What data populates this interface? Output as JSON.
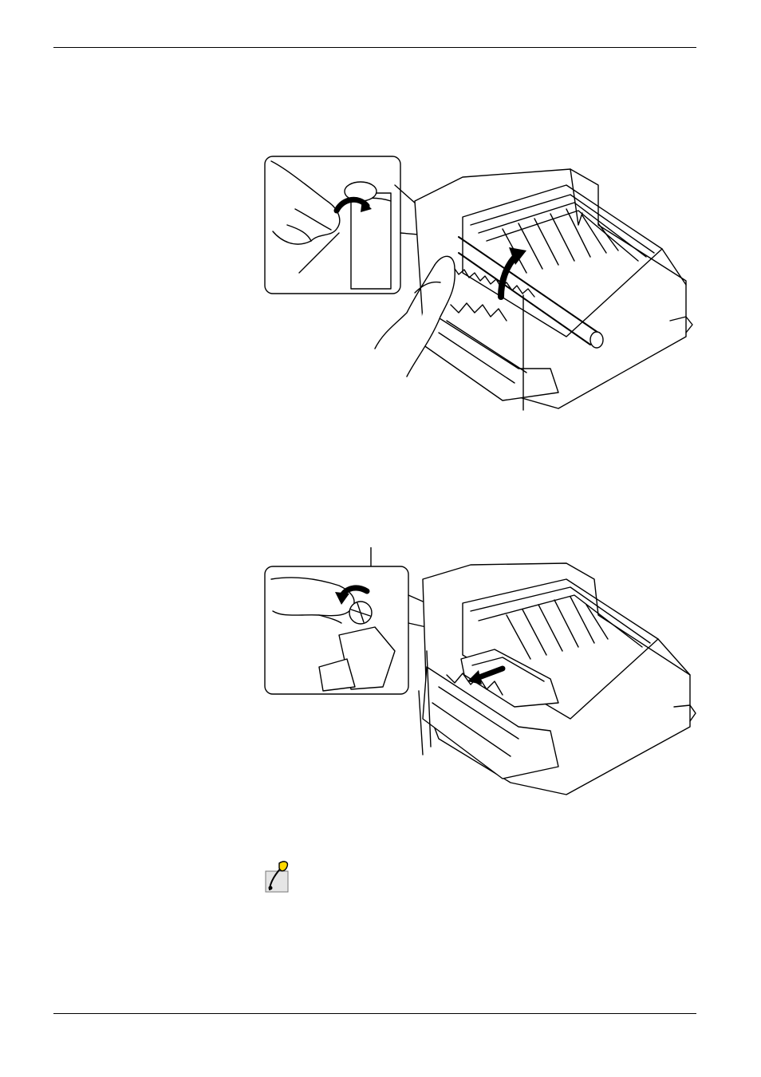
{
  "page": {
    "header_rule": true,
    "footer_rule": true
  },
  "figures": [
    {
      "id": "fig1",
      "icon": "fuser-cover-open-illustration"
    },
    {
      "id": "fig2",
      "icon": "paper-jam-removal-illustration"
    }
  ],
  "note": {
    "icon": "note-pen-icon"
  }
}
